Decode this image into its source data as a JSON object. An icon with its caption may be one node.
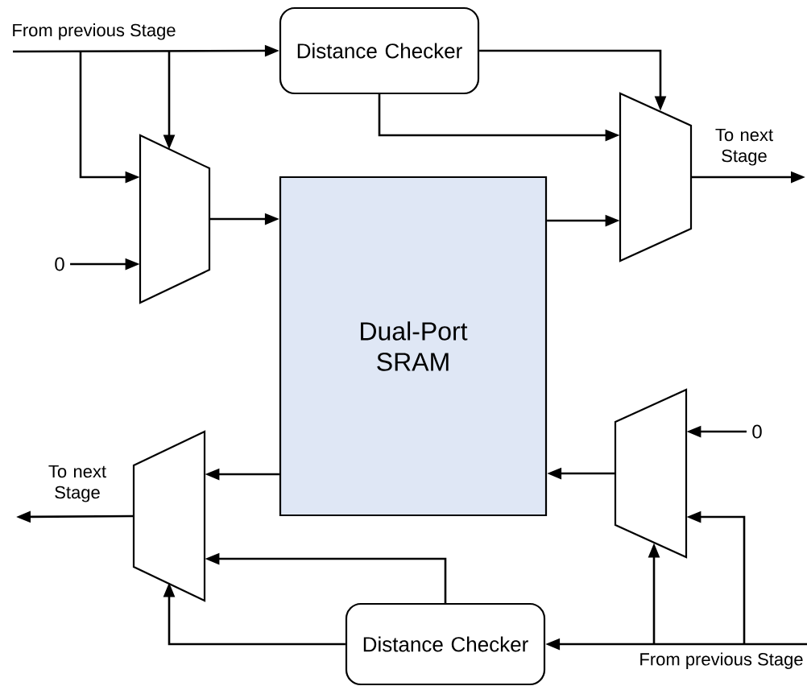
{
  "diagram": {
    "nodes": [
      {
        "text": [
          "Distance Checker"
        ]
      },
      {
        "text": [],
        "shape": "trapezoid"
      },
      {
        "text": [
          "Dual-Port SRAM"
        ]
      },
      {
        "text": [],
        "shape": "trapezoid"
      },
      {
        "text": [
          "0"
        ]
      },
      {
        "text": [],
        "shape": "trapezoid"
      },
      {
        "text": [],
        "shape": "trapezoid"
      },
      {
        "text": [
          "Distance Checker"
        ]
      },
      {
        "text": [
          "0"
        ]
      },
      {
        "text": [
          "From previous Stage"
        ]
      },
      {
        "text": [
          "To next Stage"
        ]
      },
      {
        "text": [
          "To next Stage"
        ]
      },
      {
        "text": [
          "From previous Stage"
        ]
      }
    ],
    "edges": [
      {
        "from": 9,
        "to": 0,
        "arrow": "to"
      },
      {
        "from": 9,
        "to": 1,
        "arrow": "to"
      },
      {
        "from": 9,
        "to": 1,
        "arrow": "to"
      },
      {
        "from": 4,
        "to": 1,
        "arrow": "to"
      },
      {
        "from": 1,
        "to": 2,
        "arrow": "to"
      },
      {
        "from": 2,
        "to": 3,
        "arrow": "to"
      },
      {
        "from": 0,
        "to": 3,
        "arrow": "to"
      },
      {
        "from": 0,
        "to": 3,
        "arrow": "to"
      },
      {
        "from": 3,
        "to": 10,
        "arrow": "to"
      },
      {
        "from": 12,
        "to": 7,
        "arrow": "to"
      },
      {
        "from": 12,
        "to": 6,
        "arrow": "to"
      },
      {
        "from": 12,
        "to": 6,
        "arrow": "to"
      },
      {
        "from": 8,
        "to": 6,
        "arrow": "to"
      },
      {
        "from": 6,
        "to": 2,
        "arrow": "to"
      },
      {
        "from": 2,
        "to": 5,
        "arrow": "to"
      },
      {
        "from": 7,
        "to": 5,
        "arrow": "to"
      },
      {
        "from": 7,
        "to": 5,
        "arrow": "to"
      },
      {
        "from": 5,
        "to": 11,
        "arrow": "to"
      }
    ]
  }
}
